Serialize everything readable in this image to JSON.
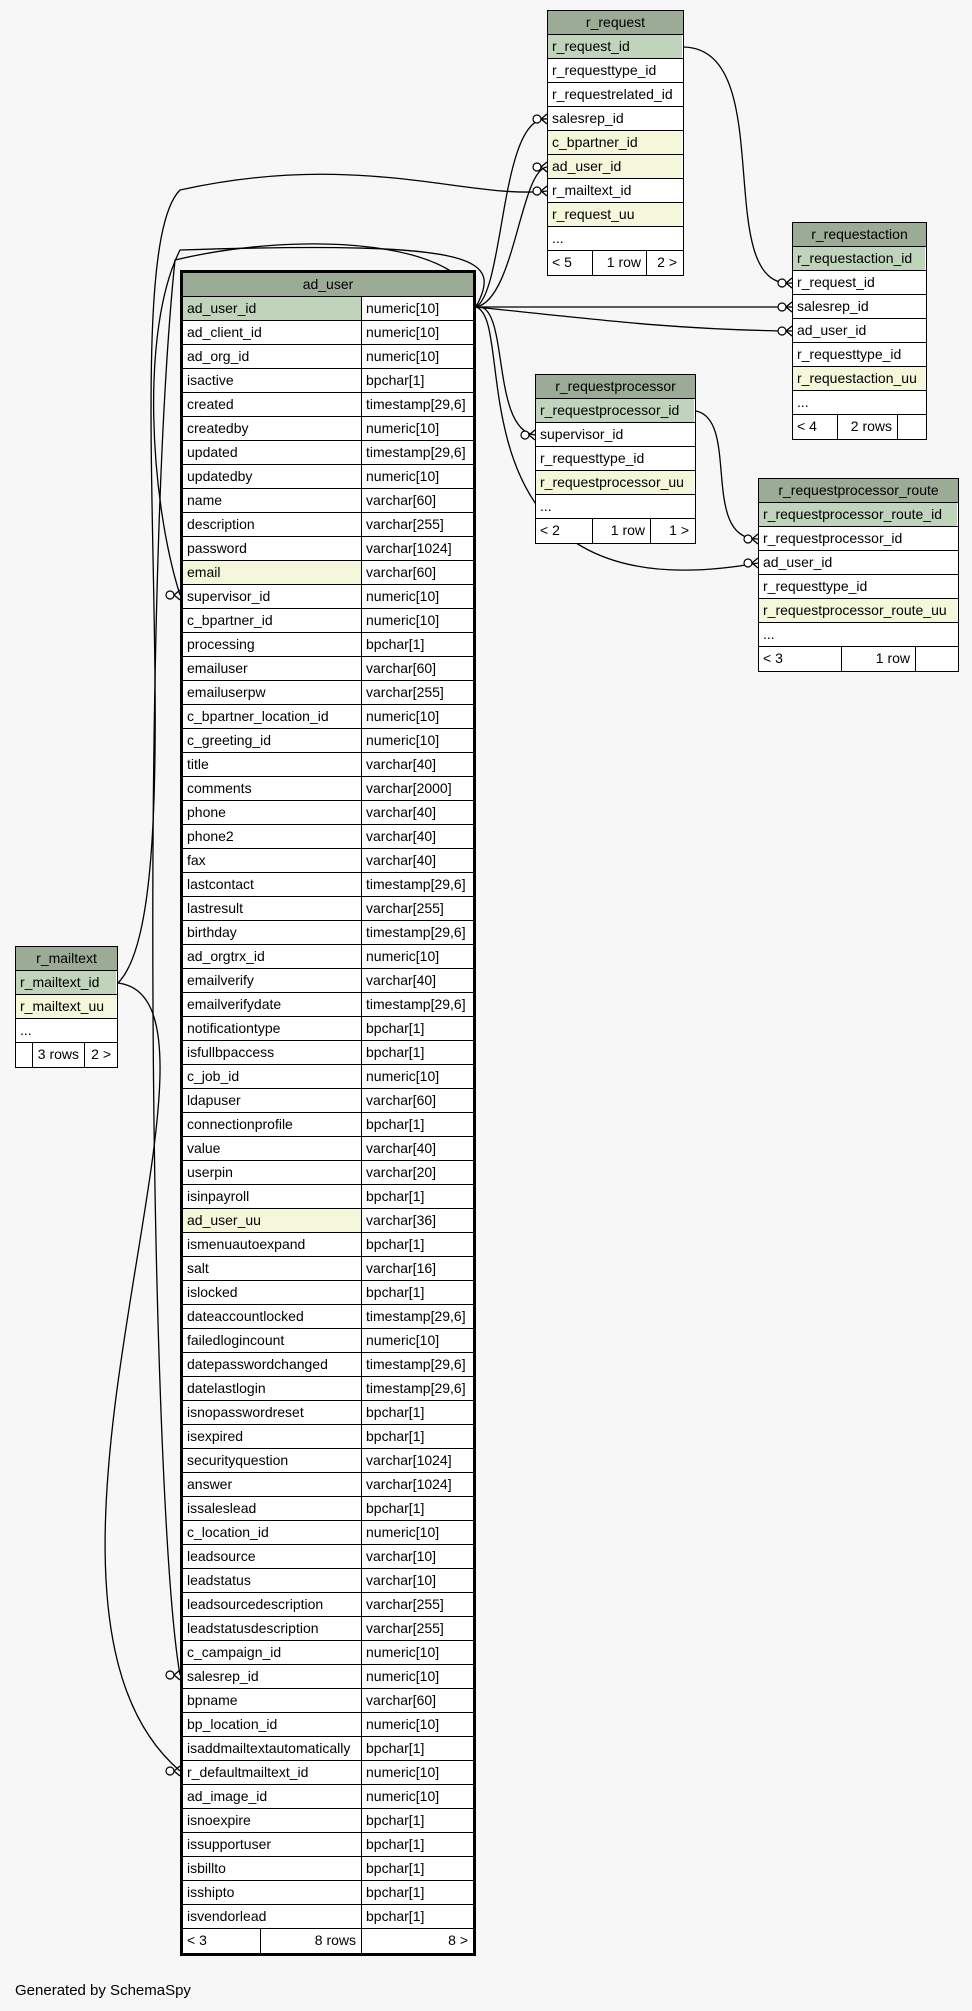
{
  "footer": "Generated by SchemaSpy",
  "tables": [
    {
      "id": "r_request",
      "name": "r_request",
      "cols": [
        {
          "name": "r_request_id",
          "type": "",
          "key": "pk"
        },
        {
          "name": "r_requesttype_id",
          "type": ""
        },
        {
          "name": "r_requestrelated_id",
          "type": ""
        },
        {
          "name": "salesrep_id",
          "type": ""
        },
        {
          "name": "c_bpartner_id",
          "type": "",
          "key": "idx"
        },
        {
          "name": "ad_user_id",
          "type": "",
          "key": "idx"
        },
        {
          "name": "r_mailtext_id",
          "type": ""
        },
        {
          "name": "r_request_uu",
          "type": "",
          "key": "idx"
        },
        {
          "name": "...",
          "type": ""
        }
      ],
      "footer": [
        "< 5",
        "1 row",
        "2 >"
      ]
    },
    {
      "id": "r_requestaction",
      "name": "r_requestaction",
      "cols": [
        {
          "name": "r_requestaction_id",
          "type": "",
          "key": "pk"
        },
        {
          "name": "r_request_id",
          "type": ""
        },
        {
          "name": "salesrep_id",
          "type": ""
        },
        {
          "name": "ad_user_id",
          "type": ""
        },
        {
          "name": "r_requesttype_id",
          "type": ""
        },
        {
          "name": "r_requestaction_uu",
          "type": "",
          "key": "idx"
        },
        {
          "name": "...",
          "type": ""
        }
      ],
      "footer": [
        "< 4",
        "2 rows",
        ""
      ]
    },
    {
      "id": "r_requestprocessor",
      "name": "r_requestprocessor",
      "cols": [
        {
          "name": "r_requestprocessor_id",
          "type": "",
          "key": "pk"
        },
        {
          "name": "supervisor_id",
          "type": ""
        },
        {
          "name": "r_requesttype_id",
          "type": ""
        },
        {
          "name": "r_requestprocessor_uu",
          "type": "",
          "key": "idx"
        },
        {
          "name": "...",
          "type": ""
        }
      ],
      "footer": [
        "< 2",
        "1 row",
        "1 >"
      ]
    },
    {
      "id": "r_requestprocessor_route",
      "name": "r_requestprocessor_route",
      "cols": [
        {
          "name": "r_requestprocessor_route_id",
          "type": "",
          "key": "pk"
        },
        {
          "name": "r_requestprocessor_id",
          "type": ""
        },
        {
          "name": "ad_user_id",
          "type": ""
        },
        {
          "name": "r_requesttype_id",
          "type": ""
        },
        {
          "name": "r_requestprocessor_route_uu",
          "type": "",
          "key": "idx"
        },
        {
          "name": "...",
          "type": ""
        }
      ],
      "footer": [
        "< 3",
        "1 row",
        ""
      ]
    },
    {
      "id": "r_mailtext",
      "name": "r_mailtext",
      "cols": [
        {
          "name": "r_mailtext_id",
          "type": "",
          "key": "pk"
        },
        {
          "name": "r_mailtext_uu",
          "type": "",
          "key": "idx"
        },
        {
          "name": "...",
          "type": ""
        }
      ],
      "footer": [
        "",
        "3 rows",
        "2 >"
      ]
    },
    {
      "id": "ad_user",
      "name": "ad_user",
      "cols": [
        {
          "name": "ad_user_id",
          "type": "numeric[10]",
          "key": "pk"
        },
        {
          "name": "ad_client_id",
          "type": "numeric[10]"
        },
        {
          "name": "ad_org_id",
          "type": "numeric[10]"
        },
        {
          "name": "isactive",
          "type": "bpchar[1]"
        },
        {
          "name": "created",
          "type": "timestamp[29,6]"
        },
        {
          "name": "createdby",
          "type": "numeric[10]"
        },
        {
          "name": "updated",
          "type": "timestamp[29,6]"
        },
        {
          "name": "updatedby",
          "type": "numeric[10]"
        },
        {
          "name": "name",
          "type": "varchar[60]"
        },
        {
          "name": "description",
          "type": "varchar[255]"
        },
        {
          "name": "password",
          "type": "varchar[1024]"
        },
        {
          "name": "email",
          "type": "varchar[60]",
          "key": "idx"
        },
        {
          "name": "supervisor_id",
          "type": "numeric[10]"
        },
        {
          "name": "c_bpartner_id",
          "type": "numeric[10]"
        },
        {
          "name": "processing",
          "type": "bpchar[1]"
        },
        {
          "name": "emailuser",
          "type": "varchar[60]"
        },
        {
          "name": "emailuserpw",
          "type": "varchar[255]"
        },
        {
          "name": "c_bpartner_location_id",
          "type": "numeric[10]"
        },
        {
          "name": "c_greeting_id",
          "type": "numeric[10]"
        },
        {
          "name": "title",
          "type": "varchar[40]"
        },
        {
          "name": "comments",
          "type": "varchar[2000]"
        },
        {
          "name": "phone",
          "type": "varchar[40]"
        },
        {
          "name": "phone2",
          "type": "varchar[40]"
        },
        {
          "name": "fax",
          "type": "varchar[40]"
        },
        {
          "name": "lastcontact",
          "type": "timestamp[29,6]"
        },
        {
          "name": "lastresult",
          "type": "varchar[255]"
        },
        {
          "name": "birthday",
          "type": "timestamp[29,6]"
        },
        {
          "name": "ad_orgtrx_id",
          "type": "numeric[10]"
        },
        {
          "name": "emailverify",
          "type": "varchar[40]"
        },
        {
          "name": "emailverifydate",
          "type": "timestamp[29,6]"
        },
        {
          "name": "notificationtype",
          "type": "bpchar[1]"
        },
        {
          "name": "isfullbpaccess",
          "type": "bpchar[1]"
        },
        {
          "name": "c_job_id",
          "type": "numeric[10]"
        },
        {
          "name": "ldapuser",
          "type": "varchar[60]"
        },
        {
          "name": "connectionprofile",
          "type": "bpchar[1]"
        },
        {
          "name": "value",
          "type": "varchar[40]"
        },
        {
          "name": "userpin",
          "type": "varchar[20]"
        },
        {
          "name": "isinpayroll",
          "type": "bpchar[1]"
        },
        {
          "name": "ad_user_uu",
          "type": "varchar[36]",
          "key": "idx"
        },
        {
          "name": "ismenuautoexpand",
          "type": "bpchar[1]"
        },
        {
          "name": "salt",
          "type": "varchar[16]"
        },
        {
          "name": "islocked",
          "type": "bpchar[1]"
        },
        {
          "name": "dateaccountlocked",
          "type": "timestamp[29,6]"
        },
        {
          "name": "failedlogincount",
          "type": "numeric[10]"
        },
        {
          "name": "datepasswordchanged",
          "type": "timestamp[29,6]"
        },
        {
          "name": "datelastlogin",
          "type": "timestamp[29,6]"
        },
        {
          "name": "isnopasswordreset",
          "type": "bpchar[1]"
        },
        {
          "name": "isexpired",
          "type": "bpchar[1]"
        },
        {
          "name": "securityquestion",
          "type": "varchar[1024]"
        },
        {
          "name": "answer",
          "type": "varchar[1024]"
        },
        {
          "name": "issaleslead",
          "type": "bpchar[1]"
        },
        {
          "name": "c_location_id",
          "type": "numeric[10]"
        },
        {
          "name": "leadsource",
          "type": "varchar[10]"
        },
        {
          "name": "leadstatus",
          "type": "varchar[10]"
        },
        {
          "name": "leadsourcedescription",
          "type": "varchar[255]"
        },
        {
          "name": "leadstatusdescription",
          "type": "varchar[255]"
        },
        {
          "name": "c_campaign_id",
          "type": "numeric[10]"
        },
        {
          "name": "salesrep_id",
          "type": "numeric[10]"
        },
        {
          "name": "bpname",
          "type": "varchar[60]"
        },
        {
          "name": "bp_location_id",
          "type": "numeric[10]"
        },
        {
          "name": "isaddmailtextautomatically",
          "type": "bpchar[1]"
        },
        {
          "name": "r_defaultmailtext_id",
          "type": "numeric[10]"
        },
        {
          "name": "ad_image_id",
          "type": "numeric[10]"
        },
        {
          "name": "isnoexpire",
          "type": "bpchar[1]"
        },
        {
          "name": "issupportuser",
          "type": "bpchar[1]"
        },
        {
          "name": "isbillto",
          "type": "bpchar[1]"
        },
        {
          "name": "isshipto",
          "type": "bpchar[1]"
        },
        {
          "name": "isvendorlead",
          "type": "bpchar[1]"
        }
      ],
      "footer": [
        "< 3",
        "8 rows",
        "8 >"
      ]
    }
  ]
}
